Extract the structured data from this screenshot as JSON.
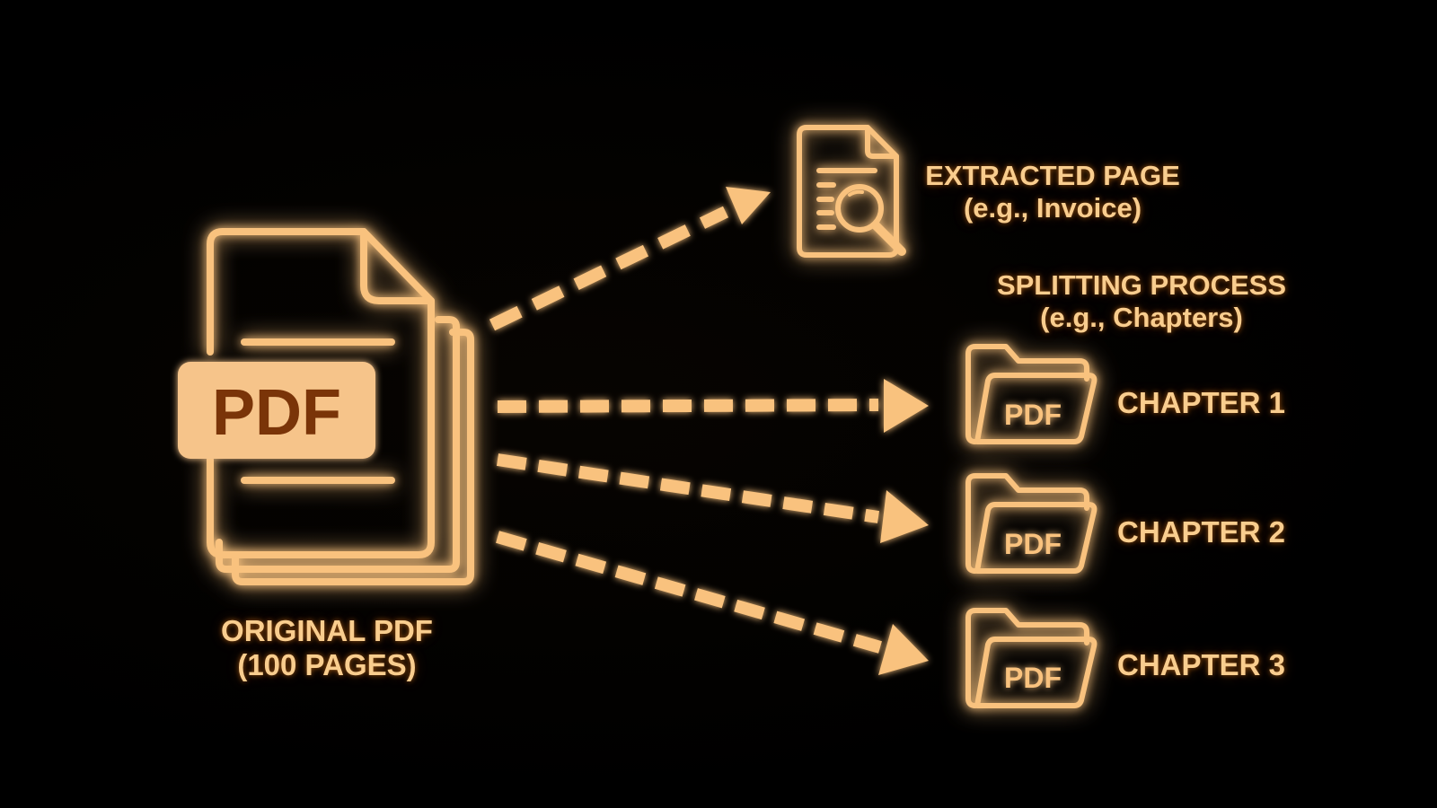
{
  "colors": {
    "background": "#000000",
    "stroke": "#f9c27e",
    "glow": "#ff8a1e",
    "text": "#f9cd8e",
    "badge_fill": "#f6c48a",
    "badge_text": "#7a3408"
  },
  "source": {
    "icon": "stacked-pdf-document-icon",
    "badge": "PDF",
    "title": "ORIGINAL PDF",
    "subtitle": "(100 PAGES)"
  },
  "extracted": {
    "icon": "document-search-icon",
    "title": "EXTRACTED PAGE",
    "subtitle": "(e.g., Invoice)"
  },
  "splitting": {
    "title": "SPLITTING PROCESS",
    "subtitle": "(e.g., Chapters)",
    "outputs": [
      {
        "icon": "pdf-folder-icon",
        "badge": "PDF",
        "label": "CHAPTER 1"
      },
      {
        "icon": "pdf-folder-icon",
        "badge": "PDF",
        "label": "CHAPTER 2"
      },
      {
        "icon": "pdf-folder-icon",
        "badge": "PDF",
        "label": "CHAPTER 3"
      }
    ]
  },
  "arrows": [
    {
      "from": "source",
      "to": "extracted",
      "style": "dashed"
    },
    {
      "from": "source",
      "to": "chapter-1",
      "style": "dashed"
    },
    {
      "from": "source",
      "to": "chapter-2",
      "style": "dashed"
    },
    {
      "from": "source",
      "to": "chapter-3",
      "style": "dashed"
    }
  ]
}
